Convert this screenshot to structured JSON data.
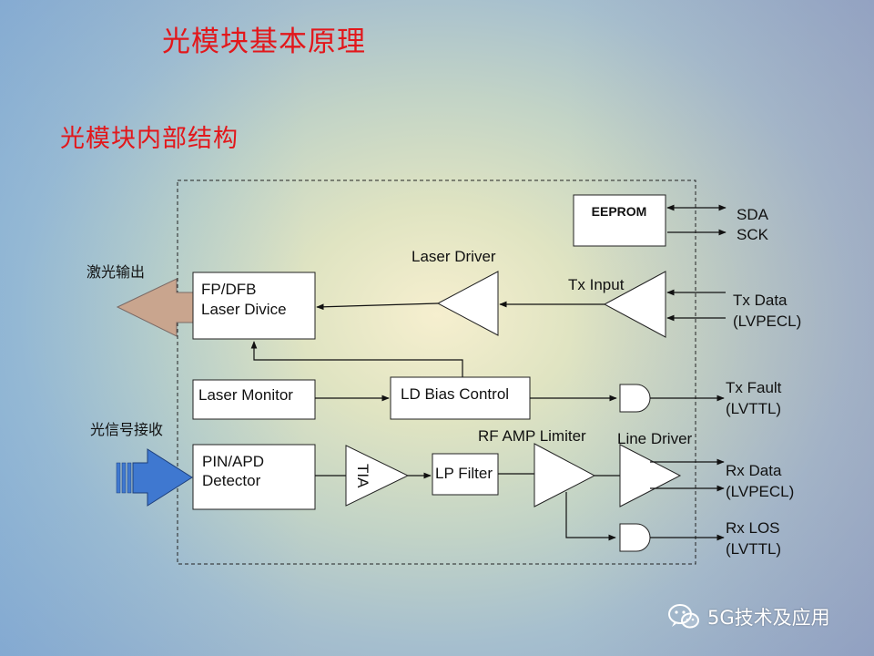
{
  "page": {
    "title": "光模块基本原理",
    "subtitle": "光模块内部结构"
  },
  "diagram": {
    "side_labels": {
      "laser_output": "激光输出",
      "optical_input": "光信号接收"
    },
    "blocks": {
      "eeprom": "EEPROM",
      "laser_device": [
        "FP/DFB",
        "Laser Divice"
      ],
      "laser_monitor": "Laser Monitor",
      "ld_bias": "LD Bias Control",
      "pin_apd": [
        "PIN/APD",
        "Detector"
      ],
      "tia": "TIA",
      "lp_filter": "LP Filter"
    },
    "component_labels": {
      "laser_driver": "Laser Driver",
      "tx_input": "Tx Input",
      "rf_amp": "RF AMP Limiter",
      "line_driver": "Line Driver"
    },
    "signals": {
      "sda": "SDA",
      "sck": "SCK",
      "tx_data": [
        "Tx Data",
        "(LVPECL)"
      ],
      "tx_fault": [
        "Tx Fault",
        "(LVTTL)"
      ],
      "rx_data": [
        "Rx Data",
        "(LVPECL)"
      ],
      "rx_los": [
        "Rx LOS",
        "(LVTTL)"
      ]
    },
    "colors": {
      "laser_arrow": "#c9a58e",
      "input_arrow": "#3f78d0",
      "title_red": "#e2171b"
    }
  },
  "watermark": {
    "icon": "wechat-icon",
    "text": "5G技术及应用"
  }
}
